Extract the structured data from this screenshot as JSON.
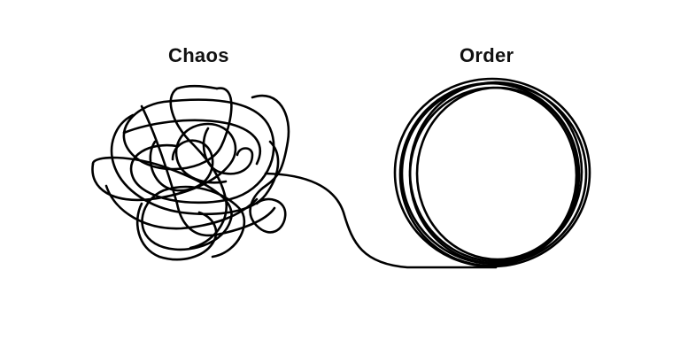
{
  "labels": {
    "left": "Chaos",
    "right": "Order"
  },
  "colors": {
    "background": "#ffffff",
    "line": "#000000",
    "text": "#111111"
  },
  "illustration": {
    "left_icon": "tangled-scribble",
    "right_icon": "neat-coil",
    "connector": "single-line"
  }
}
